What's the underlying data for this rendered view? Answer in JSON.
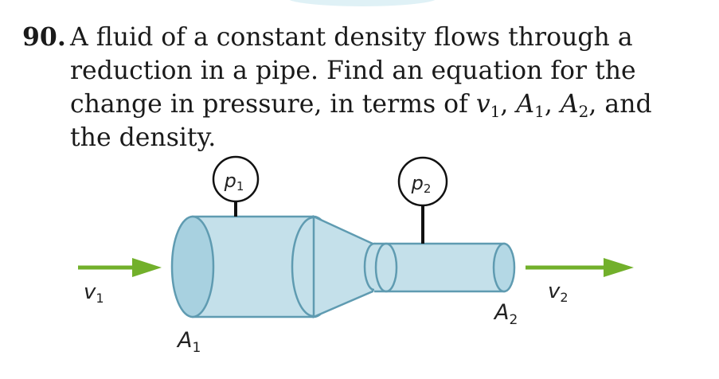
{
  "problem": {
    "number": "90",
    "line1": "A fluid of a constant density flows through a",
    "line2": "reduction in a pipe. Find an equation for the",
    "line3_prefix": "change in pressure, in terms of ",
    "var_v": "v",
    "var_A": "A",
    "sub1": "1",
    "sub2": "2",
    "comma": ", ",
    "line3_suffix": ", and",
    "line4": "the density."
  },
  "figure": {
    "gauge_1": {
      "letter": "p",
      "sub": "1"
    },
    "gauge_2": {
      "letter": "p",
      "sub": "2"
    },
    "velocity_in": {
      "letter": "v",
      "sub": "1"
    },
    "velocity_out": {
      "letter": "v",
      "sub": "2"
    },
    "area_1": {
      "letter": "A",
      "sub": "1"
    },
    "area_2": {
      "letter": "A",
      "sub": "2"
    },
    "colors": {
      "pipe_fill": "#c4e0ea",
      "pipe_edge": "#5f9bb1",
      "arrow": "#72b02b"
    }
  }
}
